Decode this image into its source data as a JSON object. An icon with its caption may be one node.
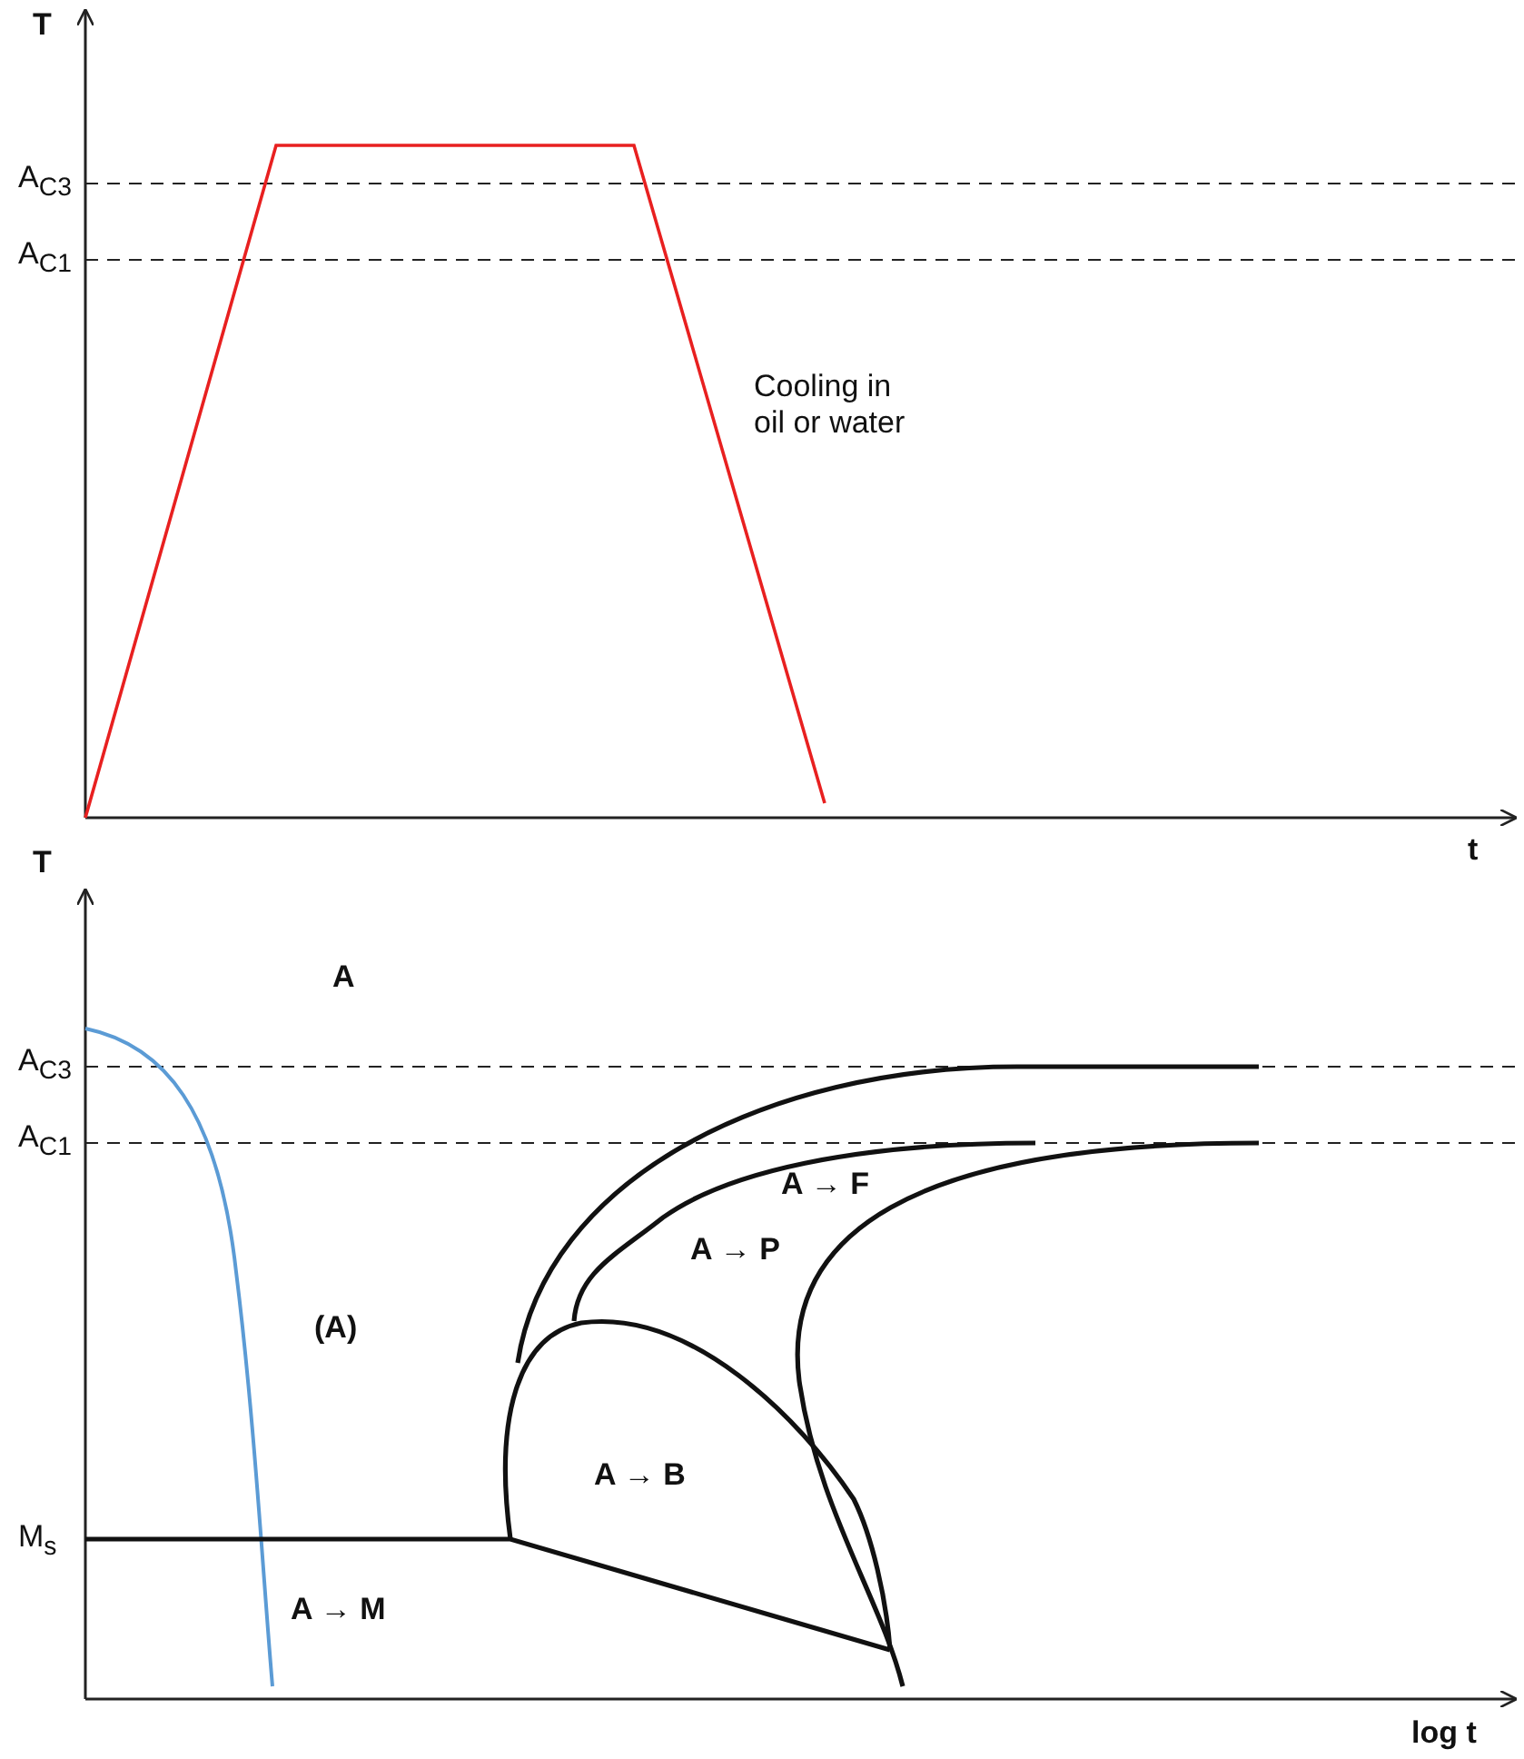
{
  "diagram": {
    "labels": [
      "T",
      "A$_{C3}$",
      "A$_{C1}$",
      "Cooling in oil or water",
      "t",
      "T",
      "A",
      "A$_{C3}$",
      "A$_{C1}$",
      "(A)",
      "M$_{s}$",
      "A → F",
      "A → P",
      "A → B",
      "A → M",
      "log t"
    ]
  }
}
